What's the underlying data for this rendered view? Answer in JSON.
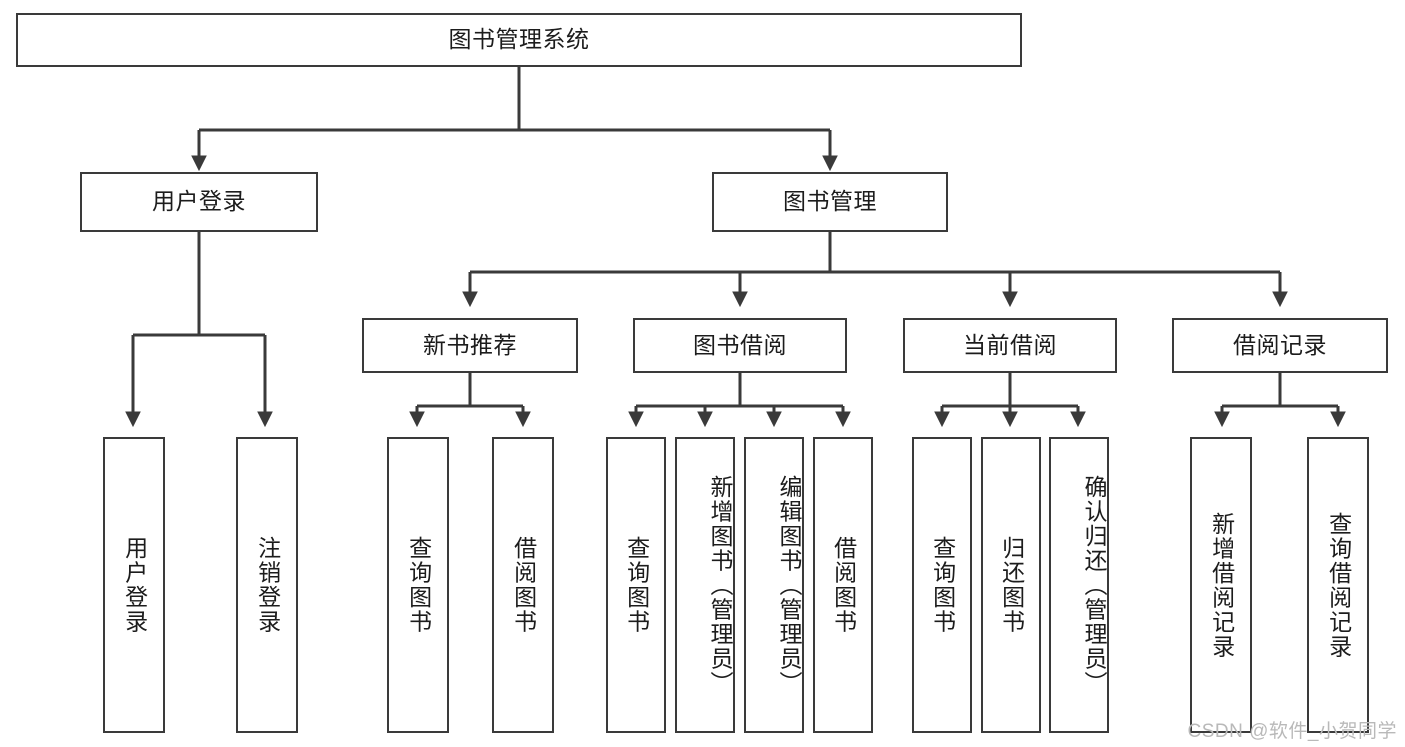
{
  "diagram": {
    "type": "tree",
    "title": "图书管理系统",
    "stroke_color": "#3a3a3a",
    "background_color": "#ffffff",
    "text_color": "#1c1c1c",
    "root": {
      "label": "图书管理系统"
    },
    "level2": [
      {
        "label": "用户登录"
      },
      {
        "label": "图书管理"
      }
    ],
    "level3": [
      {
        "label": "新书推荐"
      },
      {
        "label": "图书借阅"
      },
      {
        "label": "当前借阅"
      },
      {
        "label": "借阅记录"
      }
    ],
    "leaves": {
      "user_login": [
        {
          "label": "用户登录"
        },
        {
          "label": "注销登录"
        }
      ],
      "new_book_recommend": [
        {
          "label": "查询图书"
        },
        {
          "label": "借阅图书"
        }
      ],
      "book_borrow": [
        {
          "label": "查询图书"
        },
        {
          "label": "新增图书（管理员）"
        },
        {
          "label": "编辑图书（管理员）"
        },
        {
          "label": "借阅图书"
        }
      ],
      "current_borrow": [
        {
          "label": "查询图书"
        },
        {
          "label": "归还图书"
        },
        {
          "label": "确认归还（管理员）"
        }
      ],
      "borrow_record": [
        {
          "label": "新增借阅记录"
        },
        {
          "label": "查询借阅记录"
        }
      ]
    }
  },
  "watermark": {
    "text": "CSDN @软件_小贺同学"
  }
}
